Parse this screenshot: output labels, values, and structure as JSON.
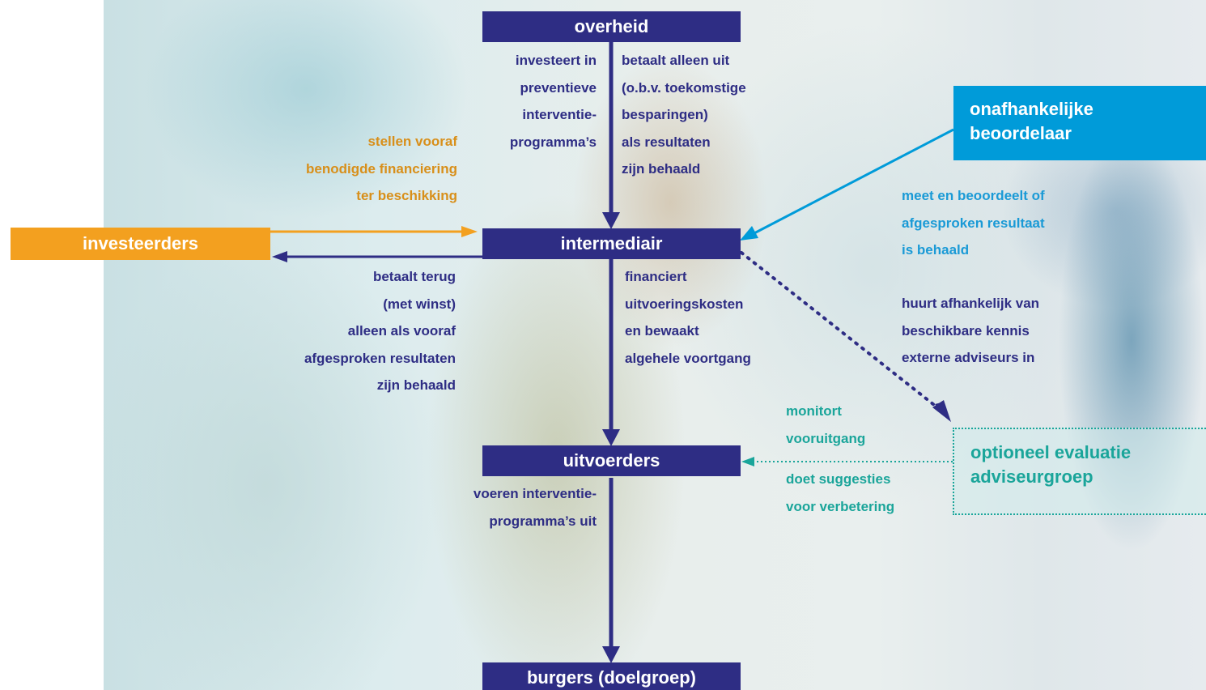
{
  "colors": {
    "navy": "#2e2d84",
    "orange": "#f3a01f",
    "blue": "#009bd9",
    "teal": "#1aa59a"
  },
  "nodes": {
    "overheid": "overheid",
    "intermediair": "intermediair",
    "uitvoerders": "uitvoerders",
    "burgers": "burgers (doelgroep)",
    "investeerders": "investeerders",
    "beoordelaar": [
      "onafhankelijke",
      "beoordelaar"
    ],
    "adviseurgroep": [
      "optioneel evaluatie",
      "adviseurgroep"
    ]
  },
  "labels": {
    "overheid_left": [
      "investeert in",
      "preventieve",
      "interventie-",
      "programma’s"
    ],
    "overheid_right": [
      "betaalt alleen uit",
      "(o.b.v. toekomstige",
      "besparingen)",
      "als resultaten",
      "zijn behaald"
    ],
    "investeerders_top": [
      "stellen vooraf",
      "benodigde financiering",
      "ter beschikking"
    ],
    "intermediair_left": [
      "betaalt terug",
      "(met winst)",
      "alleen als vooraf",
      "afgesproken resultaten",
      "zijn behaald"
    ],
    "intermediair_right": [
      "financiert",
      "uitvoeringskosten",
      "en bewaakt",
      "algehele voortgang"
    ],
    "beoordelaar_measure": [
      "meet en beoordeelt of",
      "afgesproken resultaat",
      "is behaald"
    ],
    "beoordelaar_hire": [
      "huurt afhankelijk van",
      "beschikbare kennis",
      "externe adviseurs in"
    ],
    "monitor": [
      "monitort",
      "vooruitgang"
    ],
    "suggest": [
      "doet suggesties",
      "voor verbetering"
    ],
    "uitvoerders_below": [
      "voeren interventie-",
      "programma’s uit"
    ]
  }
}
